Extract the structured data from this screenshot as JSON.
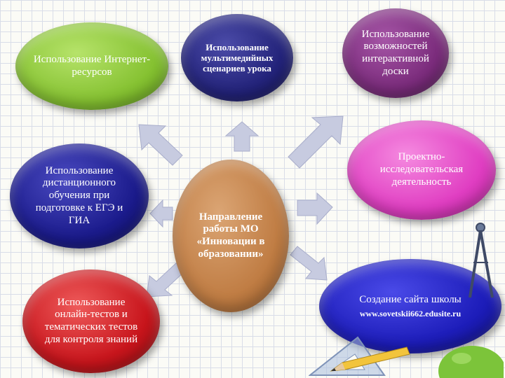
{
  "diagram": {
    "center": {
      "text": "Направление работы МО «Инновации в образовании»",
      "color": "#c07d44"
    },
    "nodes": [
      {
        "id": "internet",
        "text": "Использование Интернет-ресурсов",
        "color": "#86c232"
      },
      {
        "id": "multimedia",
        "text": "Использование мультимедийных сценариев урока",
        "color": "#23237a"
      },
      {
        "id": "whiteboard",
        "text": "Использование возможностей интерактивной доски",
        "color": "#7b2c7c"
      },
      {
        "id": "distance",
        "text": "Использование дистанционного обучения при подготовке к ЕГЭ и ГИА",
        "color": "#1b1b8c"
      },
      {
        "id": "project",
        "text": "Проектно-исследовательская деятельность",
        "color": "#e03ec2"
      },
      {
        "id": "tests",
        "text": "Использование онлайн-тестов и тематических тестов для контроля знаний",
        "color": "#c8151c"
      },
      {
        "id": "website",
        "text": "Создание сайта школы",
        "url": "www.sovetskii662.edusite.ru",
        "color": "#1d1dba"
      }
    ],
    "arrow_color": "#c7cbe0"
  }
}
